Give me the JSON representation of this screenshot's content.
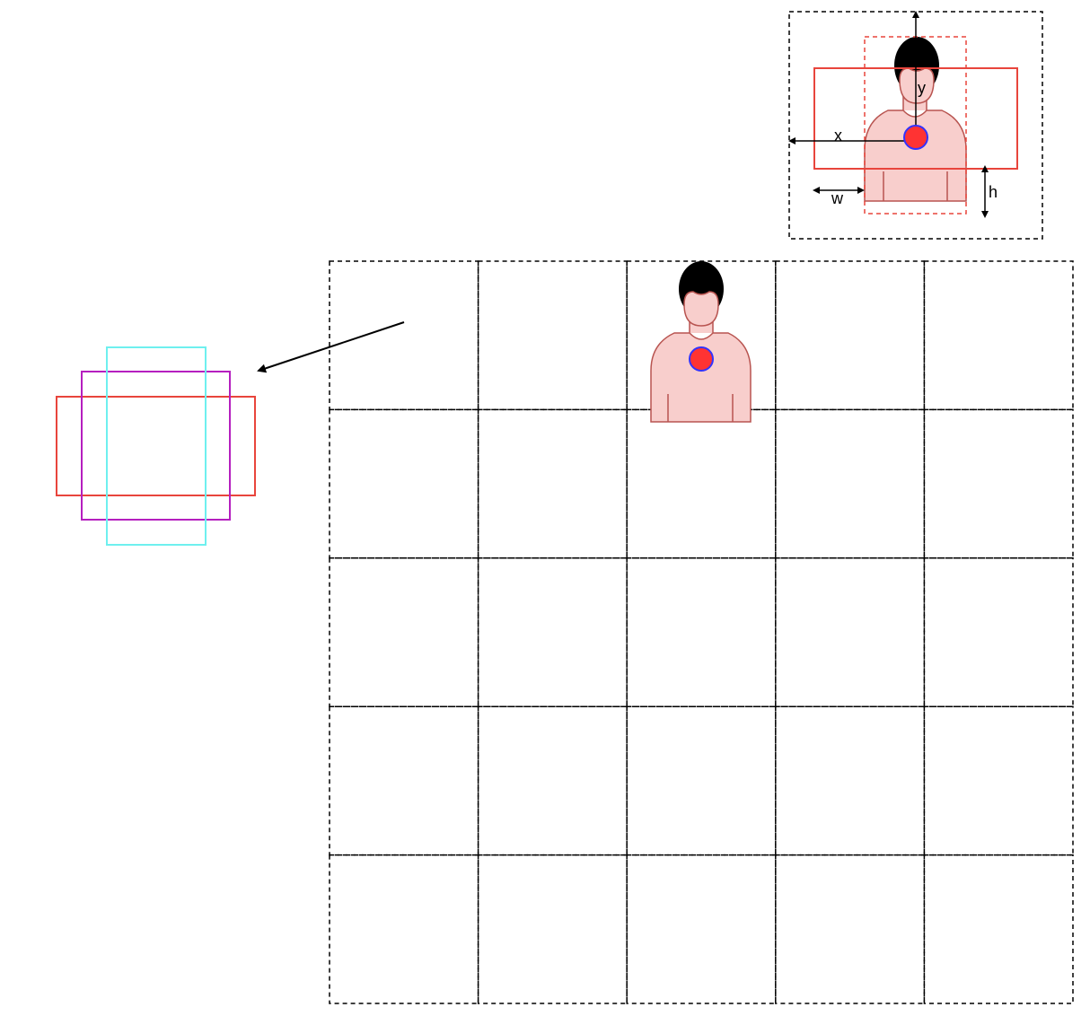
{
  "colors": {
    "grid_line": "#000000",
    "box_red": "#e8453c",
    "box_magenta": "#b51fbf",
    "box_cyan": "#6ef0ef",
    "person_fill": "#f8cecc",
    "person_outline": "#b85450",
    "hair": "#000000",
    "center_dot": "#ff3333",
    "center_dot_outline": "#3333ff",
    "arrow": "#000000"
  },
  "grid": {
    "rows": 5,
    "cols": 5
  },
  "anchor_boxes": [
    {
      "shape": "wide",
      "color_key": "box_red"
    },
    {
      "shape": "square",
      "color_key": "box_magenta"
    },
    {
      "shape": "tall",
      "color_key": "box_cyan"
    }
  ],
  "person_icon": {
    "icon": "person-icon",
    "grid_cell": {
      "row": 1,
      "col": 3
    },
    "center_marker_icon": "center-dot-icon"
  },
  "detail_inset": {
    "icon": "person-icon",
    "labels": {
      "x": "x",
      "y": "y",
      "w": "w",
      "h": "h"
    }
  }
}
